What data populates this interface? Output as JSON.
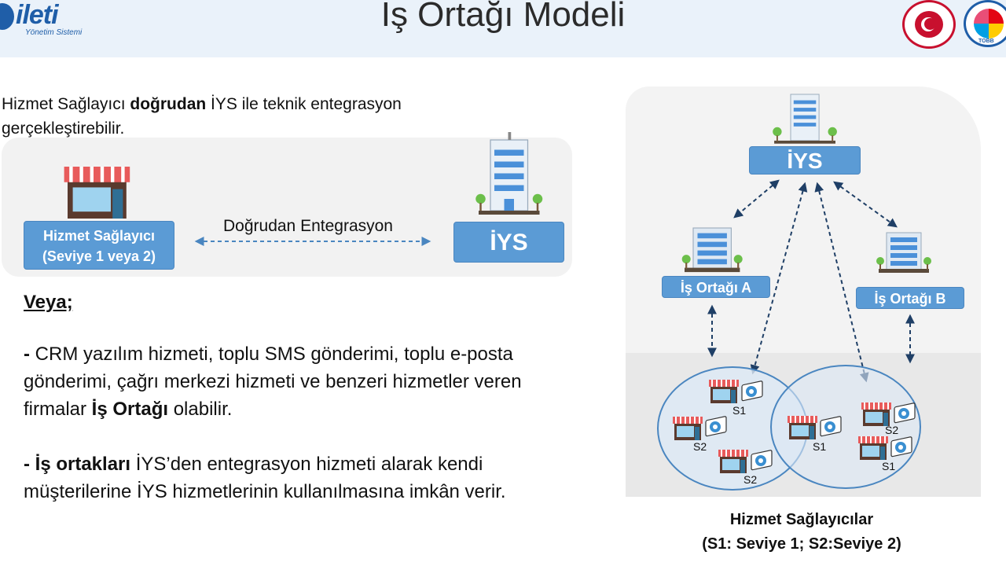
{
  "header": {
    "logo_text": "ileti",
    "logo_sub": "Yönetim Sistemi",
    "title": "Iş Ortağı Modeli",
    "seal2_text": "TOBB"
  },
  "left": {
    "intro_pre": "Hizmet Sağlayıcı ",
    "intro_bold": "doğrudan",
    "intro_post": " İYS ile teknik entegrasyon gerçekleştirebilir.",
    "provider_box_line1": "Hizmet Sağlayıcı",
    "provider_box_line2": "(Seviye 1 veya 2)",
    "connection_label": "Doğrudan Entegrasyon",
    "iys_box": "İYS",
    "veya": "Veya;",
    "bullet1_dash": "-",
    "bullet1_text": " CRM yazılım hizmeti, toplu SMS gönderimi, toplu e-posta gönderimi, çağrı merkezi hizmeti ve benzeri hizmetler veren firmalar ",
    "bullet1_bold": "İş Ortağı",
    "bullet1_end": " olabilir.",
    "bullet2_bold": "- İş ortakları",
    "bullet2_text": " İYS’den entegrasyon hizmeti alarak kendi müşterilerine İYS hizmetlerinin kullanılmasına imkân verir."
  },
  "right": {
    "iys_box": "İYS",
    "partner_a": "İş Ortağı A",
    "partner_b": "İş Ortağı B",
    "s_labels": [
      "S1",
      "S2",
      "S2",
      "S1",
      "S2",
      "S1"
    ],
    "caption_line1": "Hizmet Sağlayıcılar",
    "caption_line2": "(S1: Seviye 1; S2:Seviye 2)"
  },
  "colors": {
    "box_blue": "#5b9bd5",
    "arrow_dark": "#1f3f66",
    "arrow_light": "#5b9bd5",
    "header_bg": "#eaf2fa",
    "store_red": "#e85b5b"
  }
}
